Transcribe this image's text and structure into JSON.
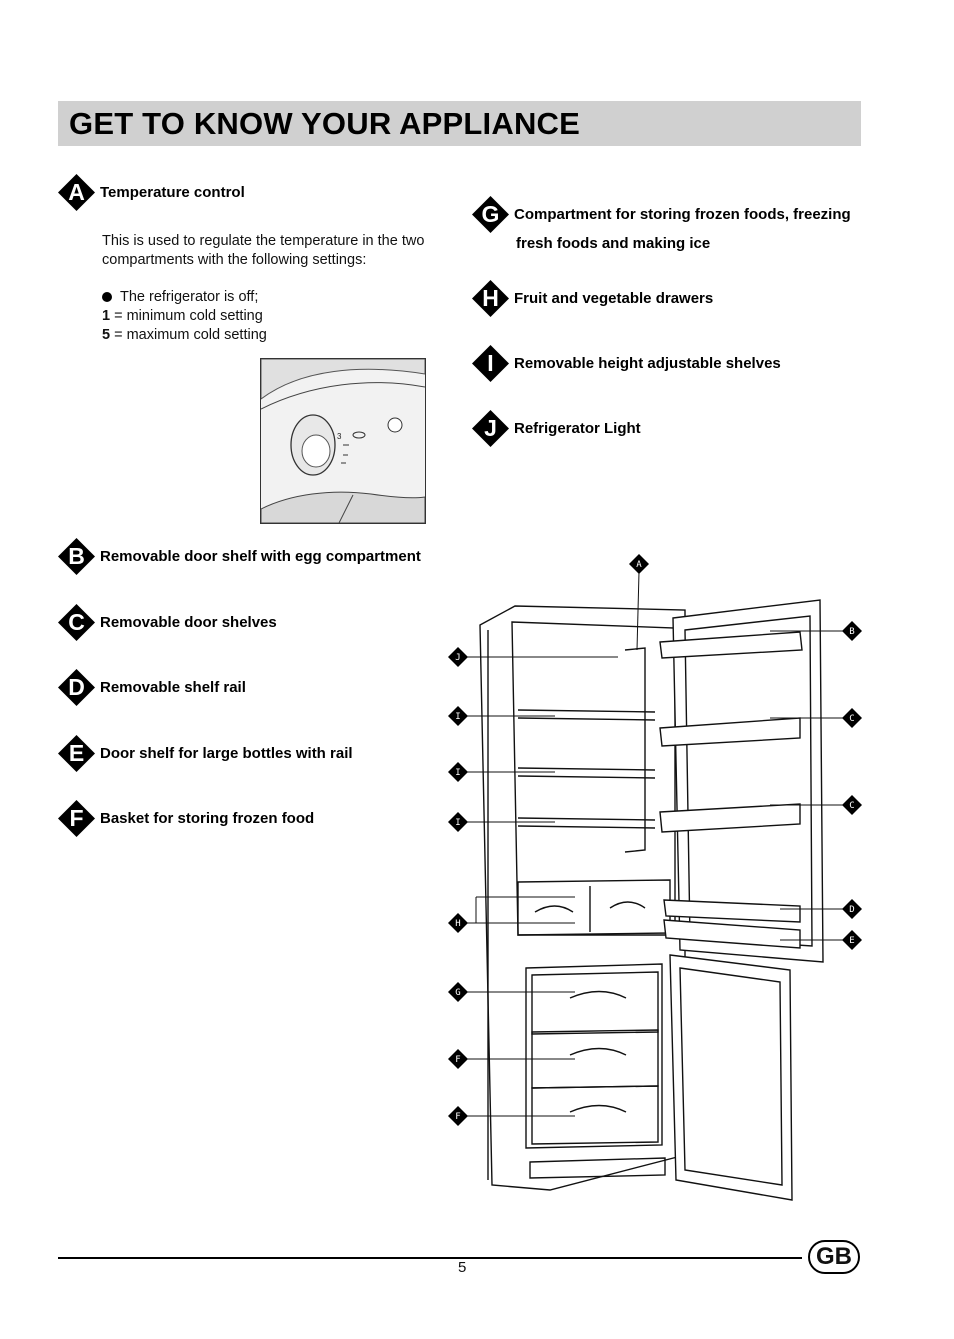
{
  "header": {
    "title": "GET TO KNOW YOUR APPLIANCE"
  },
  "items": [
    {
      "letter": "A",
      "label": "Temperature control"
    },
    {
      "letter": "B",
      "label": "Removable door shelf with egg compartment"
    },
    {
      "letter": "C",
      "label": "Removable door shelves"
    },
    {
      "letter": "D",
      "label": "Removable shelf rail"
    },
    {
      "letter": "E",
      "label": "Door shelf for large bottles with rail"
    },
    {
      "letter": "F",
      "label": "Basket for storing frozen food"
    },
    {
      "letter": "G",
      "label_line1": "Compartment for storing frozen foods, freezing",
      "label_line2": "fresh foods and making ice"
    },
    {
      "letter": "H",
      "label": "Fruit and vegetable drawers"
    },
    {
      "letter": "I",
      "label": "Removable height adjustable shelves"
    },
    {
      "letter": "J",
      "label": "Refrigerator Light"
    }
  ],
  "temperature": {
    "desc_line1": "This is used to regulate the temperature in the two",
    "desc_line2": "compartments with the following settings:",
    "off_text": "The refrigerator is off;",
    "setting1_num": "1",
    "setting1_text": " = minimum cold setting",
    "setting5_num": "5",
    "setting5_text": " = maximum cold setting",
    "dial_mark": "3"
  },
  "diagram_callouts": {
    "A": "A",
    "B": "B",
    "C": "C",
    "D": "D",
    "E": "E",
    "F": "F",
    "G": "G",
    "H": "H",
    "I": "I",
    "J": "J"
  },
  "footer": {
    "page_number": "5",
    "country_badge": "GB"
  },
  "colors": {
    "title_bar": "#d0d0d0",
    "badge": "#000000",
    "badge_text": "#ffffff"
  }
}
